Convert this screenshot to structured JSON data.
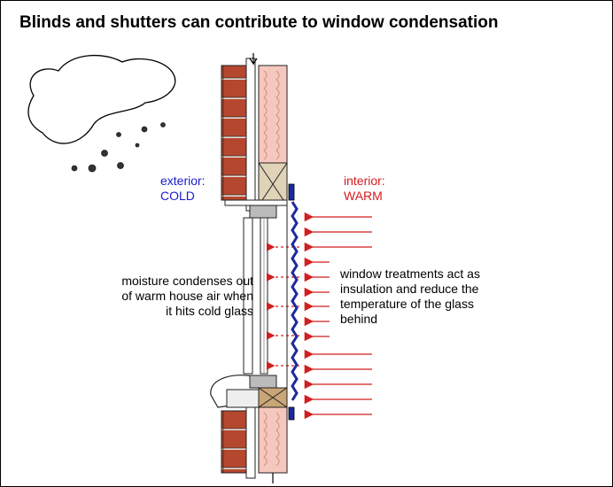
{
  "title": "Blinds and shutters can contribute to window condensation",
  "exterior": {
    "line1": "exterior:",
    "line2": "COLD"
  },
  "interior": {
    "line1": "interior:",
    "line2": "WARM"
  },
  "notes": {
    "condensation": [
      "moisture condenses out",
      "of warm house air when",
      "it hits cold glass"
    ],
    "treatment": [
      "window treatments act as",
      "insulation and reduce the",
      "temperature of the glass",
      "behind"
    ]
  },
  "colors": {
    "exterior": "#1a1acc",
    "interior": "#d21e1e",
    "brick": "#b5472f",
    "insulation": "#f6c8bd",
    "blind": "#1c2a9c"
  }
}
